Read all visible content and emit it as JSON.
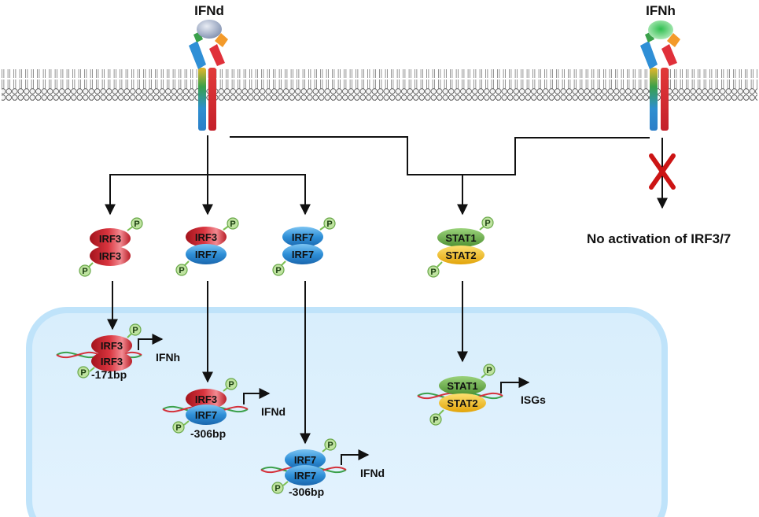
{
  "ligands": {
    "left": "IFNd",
    "right": "IFNh"
  },
  "no_activation": "No activation of IRF3/7",
  "phospho": "P",
  "cytoplasm_complexes": [
    {
      "top": "IRF3",
      "bottom": "IRF3"
    },
    {
      "top": "IRF3",
      "bottom": "IRF7"
    },
    {
      "top": "IRF7",
      "bottom": "IRF7"
    },
    {
      "top": "STAT1",
      "bottom": "STAT2"
    }
  ],
  "nuclear_complexes": [
    {
      "top": "IRF3",
      "bottom": "IRF3",
      "position": "-171bp",
      "target": "IFNh"
    },
    {
      "top": "IRF3",
      "bottom": "IRF7",
      "position": "-306bp",
      "target": "IFNd"
    },
    {
      "top": "IRF7",
      "bottom": "IRF7",
      "position": "-306bp",
      "target": "IFNd"
    },
    {
      "top": "STAT1",
      "bottom": "STAT2",
      "position": "",
      "target": "ISGs"
    }
  ],
  "colors": {
    "irf3": "#d4303a",
    "irf7": "#2f8fd6",
    "stat1": "#6aae3f",
    "stat2": "#e8b414",
    "phospho": "#bfe3a0",
    "nucleus": "#dcefff",
    "inhibit": "#d01010"
  }
}
